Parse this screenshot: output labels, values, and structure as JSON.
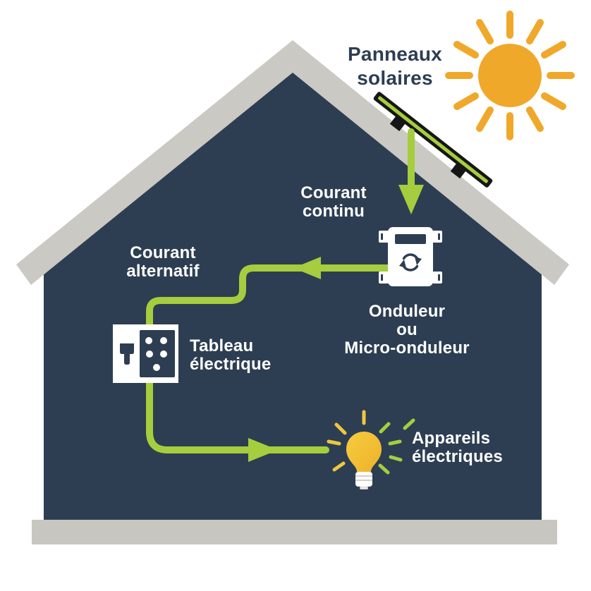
{
  "diagram": {
    "description_labels": {
      "solar_panels": "Panneaux\nsolaires",
      "dc_current": "Courant\ncontinu",
      "ac_current": "Courant\nalternatif",
      "inverter": "Onduleur\nou\nMicro-onduleur",
      "electrical_panel": "Tableau\nélectrique",
      "appliances": "Appareils\nélectriques"
    },
    "icons": {
      "sun": "sun-icon",
      "solar_panel": "solar-panel-icon",
      "inverter": "inverter-sync-icon",
      "electrical_panel": "breaker-panel-icon",
      "light_bulb": "light-bulb-icon",
      "flow": "green-flow-arrow-icon"
    }
  },
  "colors": {
    "navy": "#2d3e52",
    "roof_gray": "#cac9c3",
    "base_gray": "#c7c6c0",
    "green": "#a5cd3e",
    "sun_orange": "#f0a82a",
    "ray_yellow": "#edc83d",
    "bulb_yellow": "#f6cd3d",
    "bulb_yellow_dark": "#eeb12b",
    "label_white": "#ffffff"
  }
}
